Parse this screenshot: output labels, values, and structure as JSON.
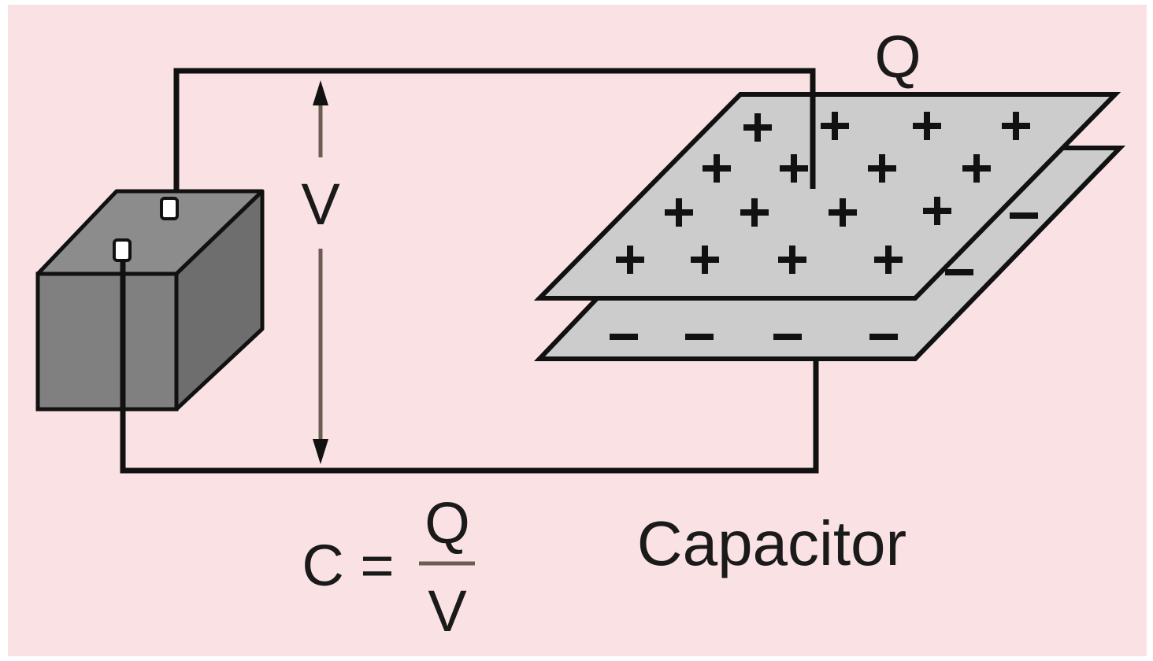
{
  "colors": {
    "background": "#fae2e4",
    "frame": "#ffffff",
    "battery_front": "#808080",
    "battery_side": "#6e6e6e",
    "battery_top": "#8c8c8c",
    "plate_fill": "#cccccc",
    "wire": "#111111",
    "voltage_arrow": "#6b5d52",
    "text": "#1a1a1a"
  },
  "labels": {
    "charge": "Q",
    "voltage": "V",
    "title": "Capacitor",
    "formula_lhs": "C =",
    "formula_numerator": "Q",
    "formula_denominator": "V"
  },
  "plates": {
    "top_plate_charge_sign": "+",
    "bottom_plate_charge_sign": "−",
    "top_plate_charge_count": 16,
    "bottom_plate_charge_count": 6
  },
  "icons": {
    "battery": "battery-icon",
    "capacitor": "capacitor-icon"
  }
}
